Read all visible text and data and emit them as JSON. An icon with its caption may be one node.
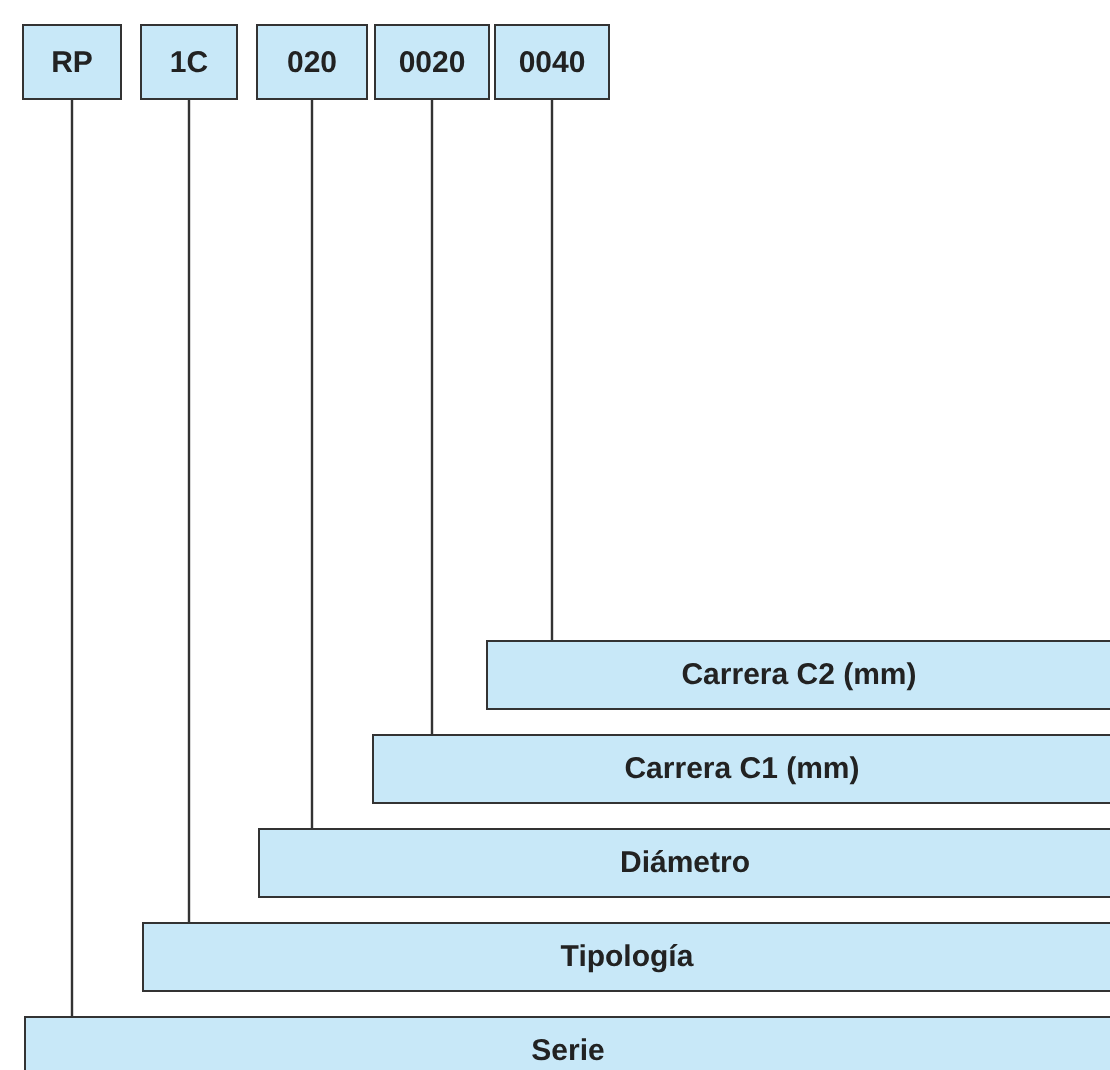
{
  "diagram": {
    "nodes": [
      {
        "text": [
          "RP"
        ]
      },
      {
        "text": [
          "1C"
        ]
      },
      {
        "text": [
          "020"
        ]
      },
      {
        "text": [
          "0020"
        ]
      },
      {
        "text": [
          "0040"
        ]
      },
      {
        "text": [
          "Carrera C2 (mm)"
        ]
      },
      {
        "text": [
          "Carrera C1 (mm)"
        ]
      },
      {
        "text": [
          "Diámetro"
        ]
      },
      {
        "text": [
          "Tipología"
        ]
      },
      {
        "text": [
          "Serie"
        ]
      }
    ],
    "edges": [
      {
        "from": 0,
        "to": 9,
        "arrow": "none"
      },
      {
        "from": 1,
        "to": 8,
        "arrow": "none"
      },
      {
        "from": 2,
        "to": 7,
        "arrow": "none"
      },
      {
        "from": 3,
        "to": 6,
        "arrow": "none"
      },
      {
        "from": 4,
        "to": 5,
        "arrow": "none"
      }
    ]
  }
}
